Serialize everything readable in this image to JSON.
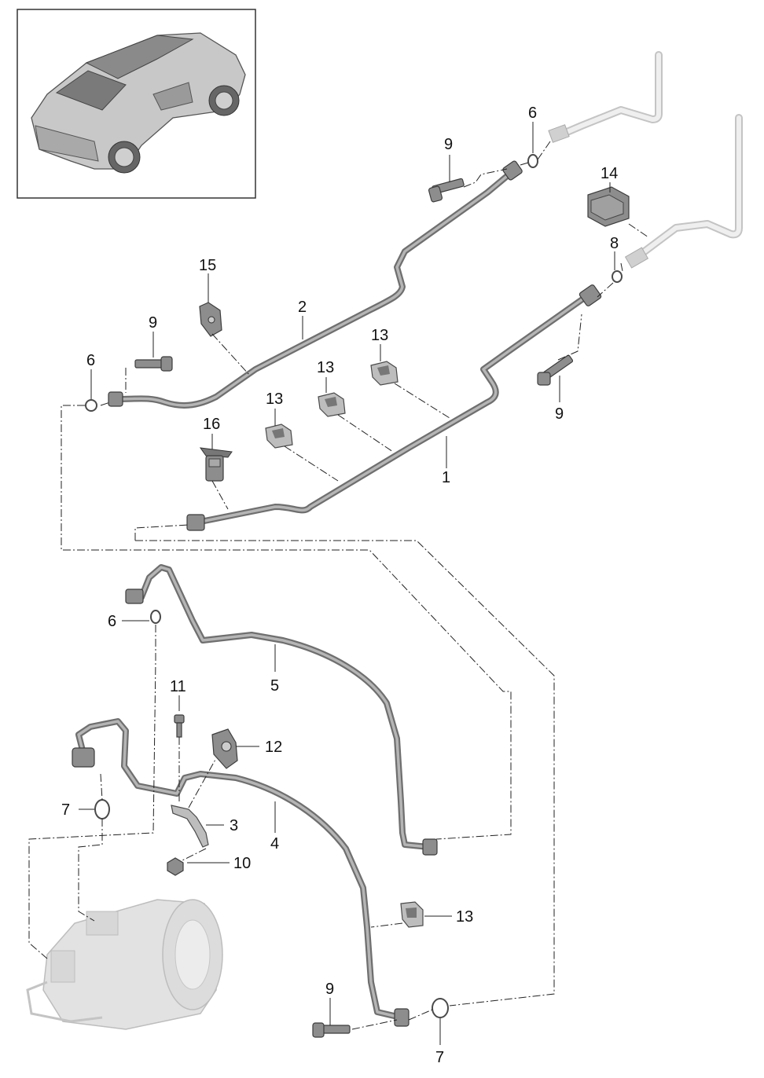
{
  "labels": {
    "l1": "1",
    "l2": "2",
    "l3": "3",
    "l4": "4",
    "l5": "5",
    "l6a": "6",
    "l6b": "6",
    "l6c": "6",
    "l7a": "7",
    "l7b": "7",
    "l8": "8",
    "l9a": "9",
    "l9b": "9",
    "l9c": "9",
    "l9d": "9",
    "l10": "10",
    "l11": "11",
    "l12": "12",
    "l13a": "13",
    "l13b": "13",
    "l13c": "13",
    "l13d": "13",
    "l14": "14",
    "l15": "15",
    "l16": "16"
  },
  "colors": {
    "pipe": "#6f6f6f",
    "ghost": "#c4c4c4",
    "ink": "#111111"
  },
  "icons": {
    "thumbnail": "car-rear-view-icon",
    "compressor": "ac-compressor-icon"
  }
}
